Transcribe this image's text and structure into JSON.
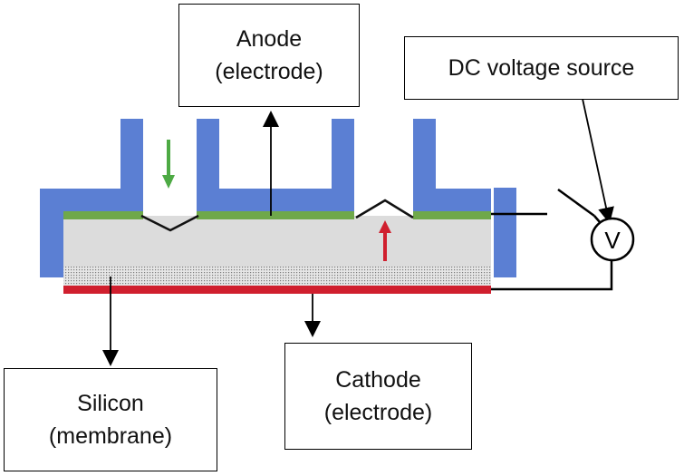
{
  "labels": {
    "anode": {
      "line1": "Anode",
      "line2": "(electrode)"
    },
    "dc_source": "DC voltage source",
    "cathode": {
      "line1": "Cathode",
      "line2": "(electrode)"
    },
    "silicon": {
      "line1": "Silicon",
      "line2": "(membrane)"
    },
    "voltmeter": "V"
  },
  "colors": {
    "housing": "#5b7fd3",
    "anode_strip": "#6fa84a",
    "cathode_strip": "#d01f2e",
    "membrane": "#dcdcdc",
    "arrow_in": "#4daa44",
    "arrow_up": "#d01f2e"
  }
}
